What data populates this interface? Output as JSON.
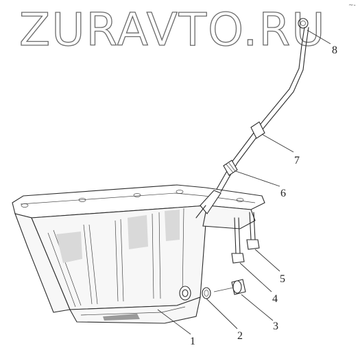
{
  "watermark": "ZURAVTO.RU",
  "corner_mark": "~-",
  "callouts": [
    {
      "id": "1",
      "text": "1"
    },
    {
      "id": "2",
      "text": "2"
    },
    {
      "id": "3",
      "text": "3"
    },
    {
      "id": "4",
      "text": "4"
    },
    {
      "id": "5",
      "text": "5"
    },
    {
      "id": "6",
      "text": "6"
    },
    {
      "id": "7",
      "text": "7"
    },
    {
      "id": "8",
      "text": "8"
    }
  ]
}
